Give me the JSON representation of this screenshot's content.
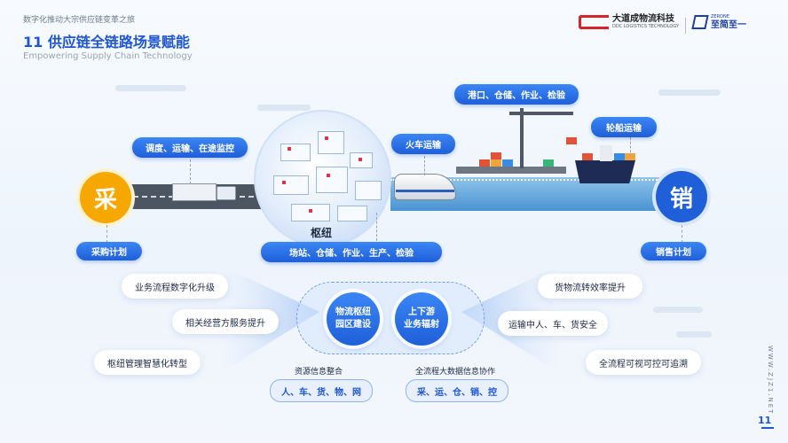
{
  "header": {
    "subtitle": "数字化推动大宗供应链变革之旅",
    "title": "11 供应链全链路场景赋能",
    "title_en": "Empowering Supply Chain Technology"
  },
  "logos": {
    "brand1_name": "大道成物流科技",
    "brand1_sub": "DDC LOGISTICS TECHNOLOGY",
    "brand2_sub": "ZERONE",
    "brand2_name": "至简至一"
  },
  "flow": {
    "cai": "采",
    "xiao": "销",
    "hub_label": "枢纽",
    "pills": {
      "dispatch": "调度、运输、在途监控",
      "port": "港口、仓储、作业、检验",
      "train": "火车运输",
      "ship": "轮船运输",
      "procure": "采购计划",
      "yard": "场站、仓储、作业、生产、检验",
      "sales": "销售计划"
    }
  },
  "benefits": {
    "left": [
      "业务流程数字化升级",
      "相关经营方服务提升",
      "枢纽管理智慧化转型"
    ],
    "right": [
      "货物流转效率提升",
      "运输中人、车、货安全",
      "全流程可视可控可追溯"
    ]
  },
  "center": {
    "node1": "物流枢纽\n园区建设",
    "node2": "上下游\n业务辐射",
    "label_left": "资源信息整合",
    "label_right": "全流程大数据信息协作",
    "card_left": "人、车、货、物、网",
    "card_right": "采、运、仓、销、控"
  },
  "footer": {
    "url": "WWW.ZJZ1.NET",
    "page": "11"
  },
  "colors": {
    "primary": "#1f5fd8",
    "accent": "#f6a800",
    "text": "#1b2a45"
  }
}
